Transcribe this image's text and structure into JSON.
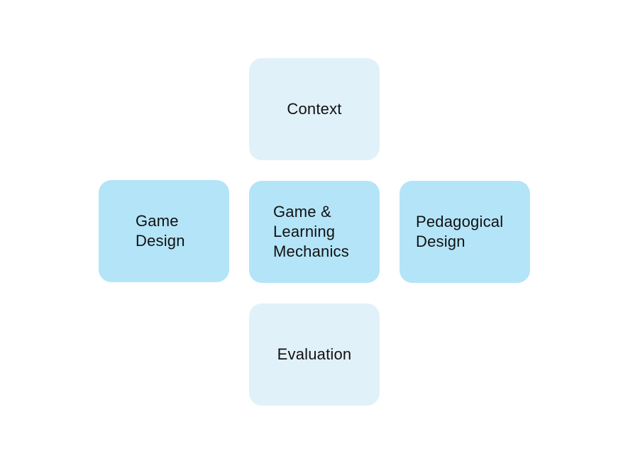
{
  "diagram": {
    "nodes": {
      "top": {
        "label": "Context"
      },
      "left": {
        "label": "Game Design"
      },
      "center": {
        "label": "Game & Learning Mechanics"
      },
      "right": {
        "label": "Pedagogical Design"
      },
      "bottom": {
        "label": "Evaluation"
      }
    },
    "colors": {
      "light_fill": "#e1f1f9",
      "strong_fill": "#b4e4f8",
      "text": "#111111",
      "background": "#ffffff"
    }
  }
}
